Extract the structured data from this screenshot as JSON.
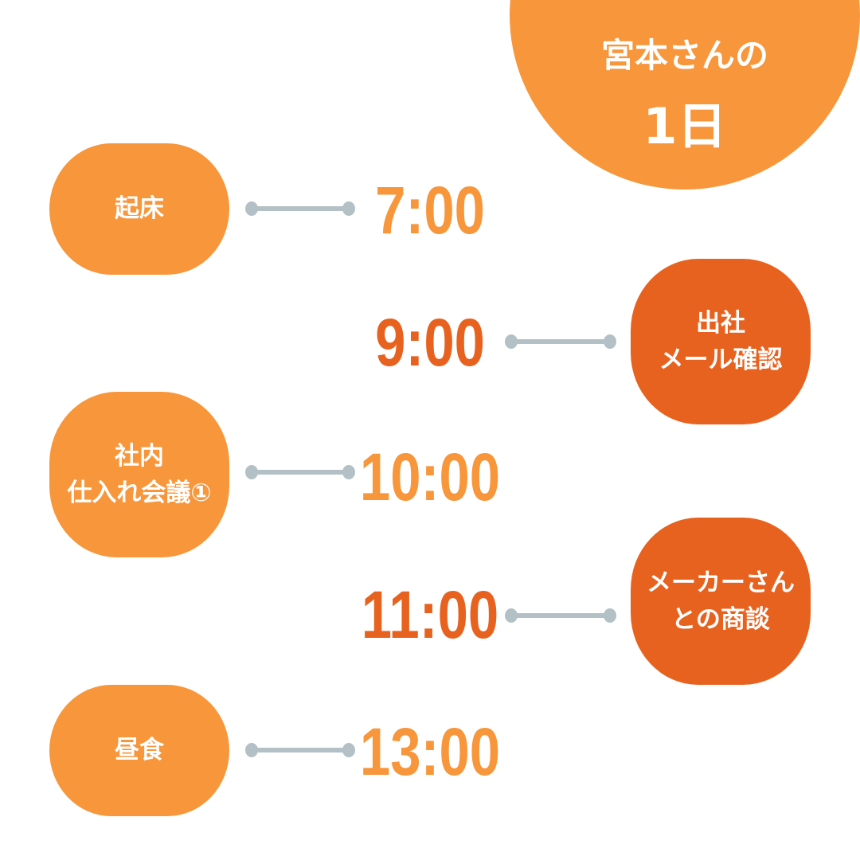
{
  "header": {
    "line1": "宮本さんの",
    "line2": "1日"
  },
  "colors": {
    "light_orange": "#F7963B",
    "dark_orange": "#E8621F",
    "connector": "#B3C0C6"
  },
  "schedule": [
    {
      "time": "7:00",
      "activity": [
        "起床"
      ]
    },
    {
      "time": "9:00",
      "activity": [
        "出社",
        "メール確認"
      ]
    },
    {
      "time": "10:00",
      "activity": [
        "社内",
        "仕入れ会議①"
      ]
    },
    {
      "time": "11:00",
      "activity": [
        "メーカーさん",
        "との商談"
      ]
    },
    {
      "time": "13:00",
      "activity": [
        "昼食"
      ]
    }
  ]
}
